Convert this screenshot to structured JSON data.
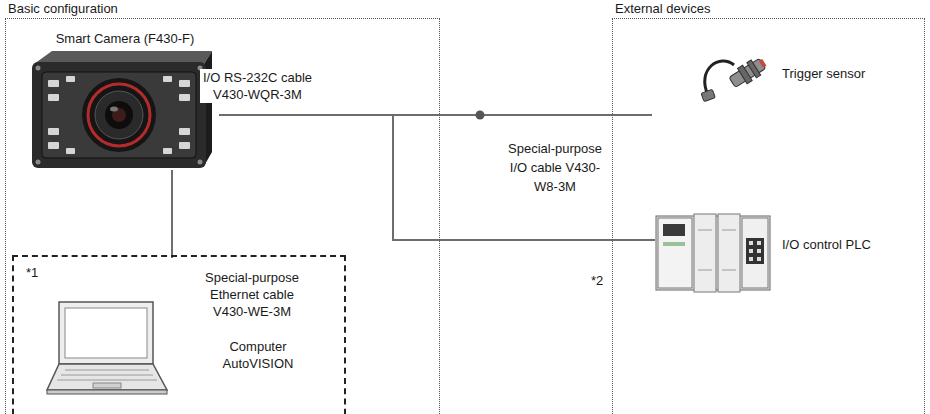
{
  "diagram": {
    "nodes": [
      {
        "text": [
          "Basic configuration"
        ]
      },
      {
        "text": [
          "Smart Camera (F430-F)"
        ],
        "in": 0
      },
      {
        "text": [
          "*1"
        ],
        "in": 0
      },
      {
        "text": [
          "Computer AutoVISION"
        ],
        "in": 2
      },
      {
        "text": [
          "External devices"
        ]
      },
      {
        "text": [
          "Trigger sensor"
        ],
        "in": 4
      },
      {
        "text": [
          "I/O control PLC"
        ],
        "in": 4
      }
    ],
    "edges": [
      {
        "from": 1,
        "to": 3,
        "arrow": "none",
        "label": "Special-purpose Ethernet cable V430-WE-3M"
      },
      {
        "from": 1,
        "to": 5,
        "arrow": "none"
      },
      {
        "from": 1,
        "to": 6,
        "arrow": "none"
      }
    ],
    "labels": [
      "I/O RS-232C cable V430-WQR-3M",
      "Special-purpose I/O cable V430-W8-3M",
      "*2"
    ]
  }
}
